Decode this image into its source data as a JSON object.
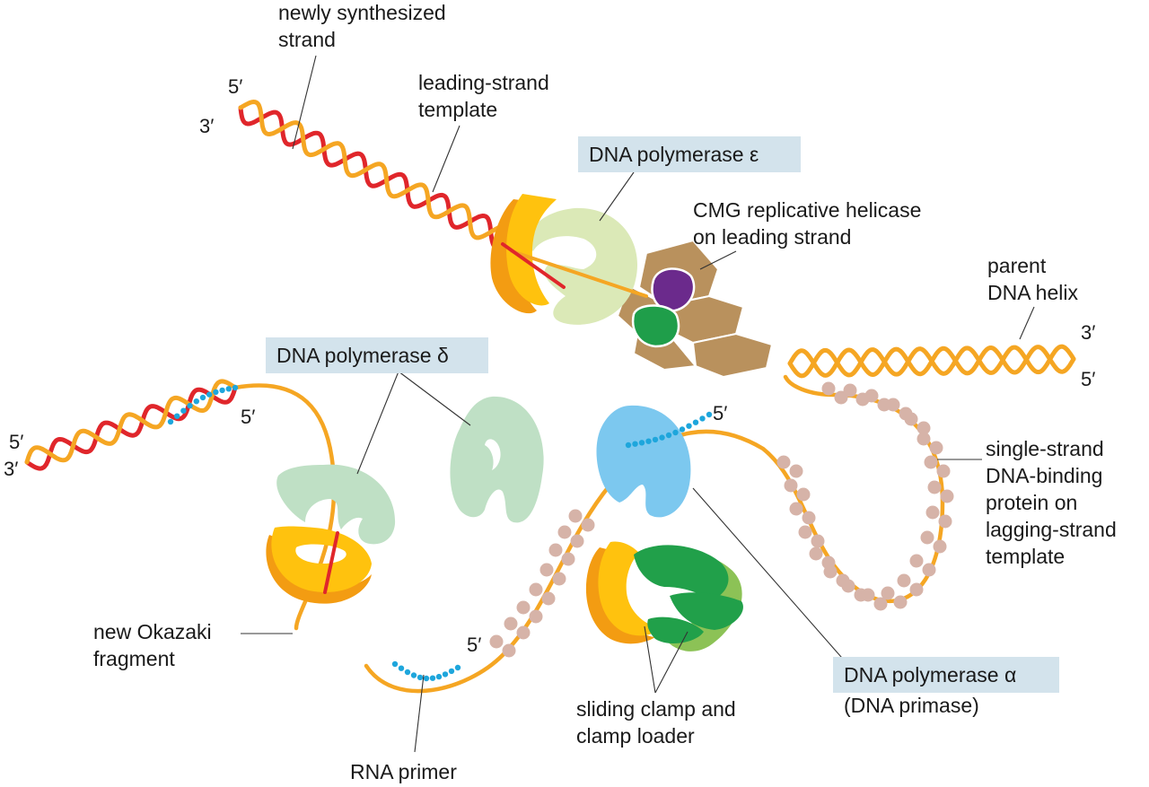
{
  "labels": {
    "newly_synth_1": "newly synthesized",
    "newly_synth_2": "strand",
    "leading_tpl_1": "leading-strand",
    "leading_tpl_2": "template",
    "pol_epsilon": "DNA polymerase ε",
    "cmg_1": "CMG replicative helicase",
    "cmg_2": "on leading strand",
    "parent_1": "parent",
    "parent_2": "DNA helix",
    "pol_delta": "DNA polymerase δ",
    "ssb_1": "single-strand",
    "ssb_2": "DNA-binding",
    "ssb_3": "protein on",
    "ssb_4": "lagging-strand",
    "ssb_5": "template",
    "okazaki_1": "new Okazaki",
    "okazaki_2": "fragment",
    "rna_primer": "RNA primer",
    "clamp_1": "sliding clamp and",
    "clamp_2": "clamp loader",
    "pol_alpha": "DNA polymerase α",
    "primase": "(DNA primase)"
  },
  "ends": {
    "tl_5": "5′",
    "tl_3": "3′",
    "r_3": "3′",
    "r_5": "5′",
    "l_5": "5′",
    "l_3": "3′",
    "mid_5": "5′",
    "primer_5": "5′",
    "alpha_5": "5′"
  },
  "colors": {
    "orange_strand": "#f5a623",
    "red_strand": "#e0262b",
    "rna": "#1ea6dc",
    "helicase": "#b9915d",
    "helicase_purple": "#6b2a8c",
    "helicase_green": "#1f9e4a",
    "pol_epsilon": "#dbe9b7",
    "pol_delta": "#bfe0c5",
    "pol_alpha": "#7cc8ef",
    "clamp": "#ffc20e",
    "ssb": "#d6b3a8",
    "clamp_loader": "#21a04a",
    "label_box": "#d3e3ec"
  }
}
